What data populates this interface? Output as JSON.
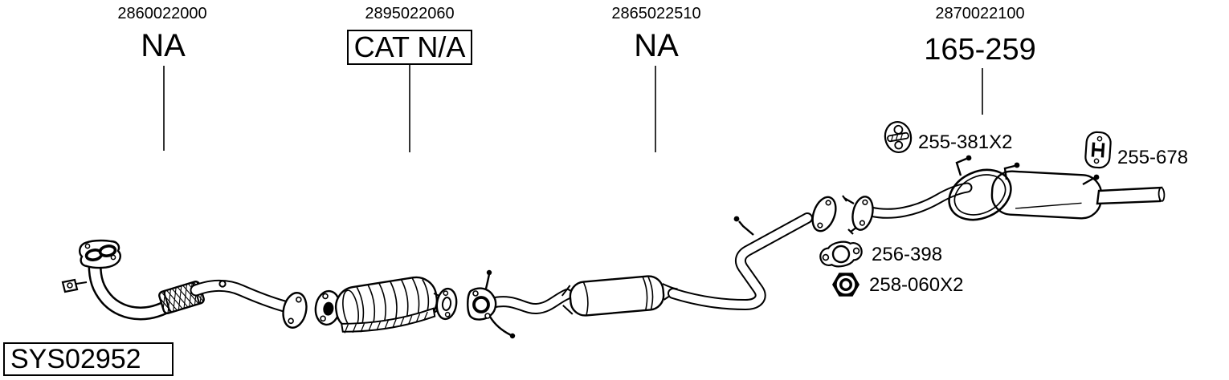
{
  "title_row": {
    "columns": [
      {
        "part_number": "2860022000",
        "label": "NA"
      },
      {
        "part_number": "2895022060",
        "label": "CAT N/A"
      },
      {
        "part_number": "2865022510",
        "label": "NA"
      },
      {
        "part_number": "2870022100",
        "label": "165-259"
      }
    ]
  },
  "callouts": {
    "front_hanger": {
      "label": "255-381X2",
      "icon": "rubber-hanger-icon"
    },
    "rear_hanger": {
      "label": "255-678",
      "icon": "h-hanger-icon"
    },
    "gasket": {
      "label": "256-398",
      "icon": "gasket-icon"
    },
    "nut": {
      "label": "258-060X2",
      "icon": "nut-icon"
    }
  },
  "system_code": {
    "label": "SYS02952"
  },
  "colors": {
    "ink": "#000000",
    "paper": "#ffffff"
  }
}
